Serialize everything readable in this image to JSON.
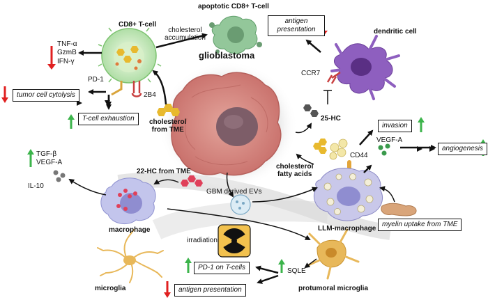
{
  "labels": {
    "glioblastoma": "glioblastoma",
    "cd8_tcell": "CD8+ T-cell",
    "apoptotic_cd8": "apoptotic CD8+ T-cell",
    "cholesterol_accumulation_1": "cholesterol",
    "cholesterol_accumulation_2": "accumulation",
    "tnf_a": "TNF-α",
    "gzmb": "GzmB",
    "ifn_g": "IFN-γ",
    "pd1": "PD-1",
    "b4": "2B4",
    "cholesterol_tme_1": "cholesterol",
    "cholesterol_tme_2": "from TME",
    "dendritic_cell": "dendritic cell",
    "ccr7": "CCR7",
    "hc25": "25-HC",
    "cd44": "CD44",
    "vegfa_right": "VEGF-A",
    "cholesterol_fatty_1": "cholesterol",
    "cholesterol_fatty_2": "fatty acids",
    "tgfb": "TGF-β",
    "vegfa_left": "VEGF-A",
    "il10": "IL-10",
    "hc22_tme": "22-HC from TME",
    "macrophage": "macrophage",
    "gbm_evs": "GBM derived EVs",
    "llm_macrophage": "LLM-macrophage",
    "irradiation": "irradiation",
    "microglia": "microglia",
    "sqle": "SQLE",
    "protumoral_microglia": "protumoral microglia"
  },
  "boxes": {
    "antigen_presentation_top": "antigen\npresentation",
    "tumor_cell_cytolysis": "tumor cell cytolysis",
    "tcell_exhaustion": "T-cell exhaustion",
    "invasion": "invasion",
    "angiogenesis": "angiogenesis",
    "myelin_uptake": "myelin uptake from TME",
    "pd1_on_tcells": "PD-1 on T-cells",
    "antigen_presentation_bottom": "antigen presentation"
  },
  "colors": {
    "up_arrow": "#3cb44b",
    "down_arrow": "#e02020",
    "tumor": "#d9807a",
    "tumor_core": "#8a6470",
    "tcell": "#bfe6b0",
    "dendritic": "#8e5fbf",
    "macrophage": "#b7b8e6",
    "microglia": "#e8b85a",
    "cholesterol": "#e8b92e",
    "hc": "#e0405a"
  }
}
